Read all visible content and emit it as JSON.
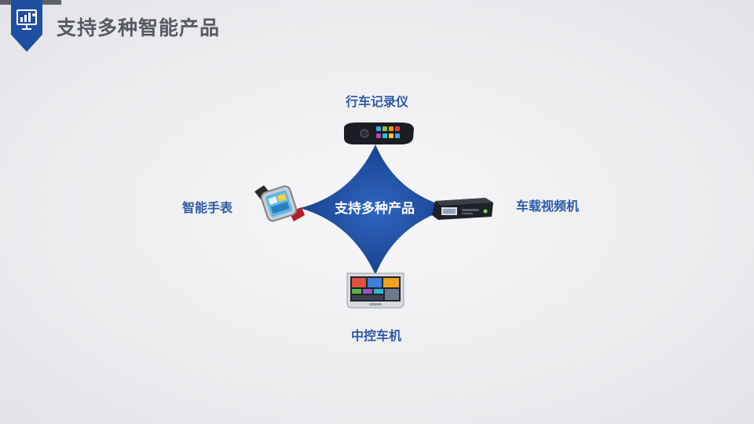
{
  "header": {
    "title": "支持多种智能产品"
  },
  "diagram": {
    "center_label": "支持多种产品",
    "products": {
      "top": "行车记录仪",
      "left": "智能手表",
      "right": "车载视频机",
      "bottom": "中控车机"
    }
  },
  "colors": {
    "accent": "#1f4fa0",
    "label": "#2b5aa6",
    "title": "#555a63"
  },
  "icons": {
    "badge": "presentation-chart-icon",
    "top": "dashcam-mirror-icon",
    "left": "smartwatch-icon",
    "right": "car-video-recorder-icon",
    "bottom": "car-head-unit-icon"
  }
}
